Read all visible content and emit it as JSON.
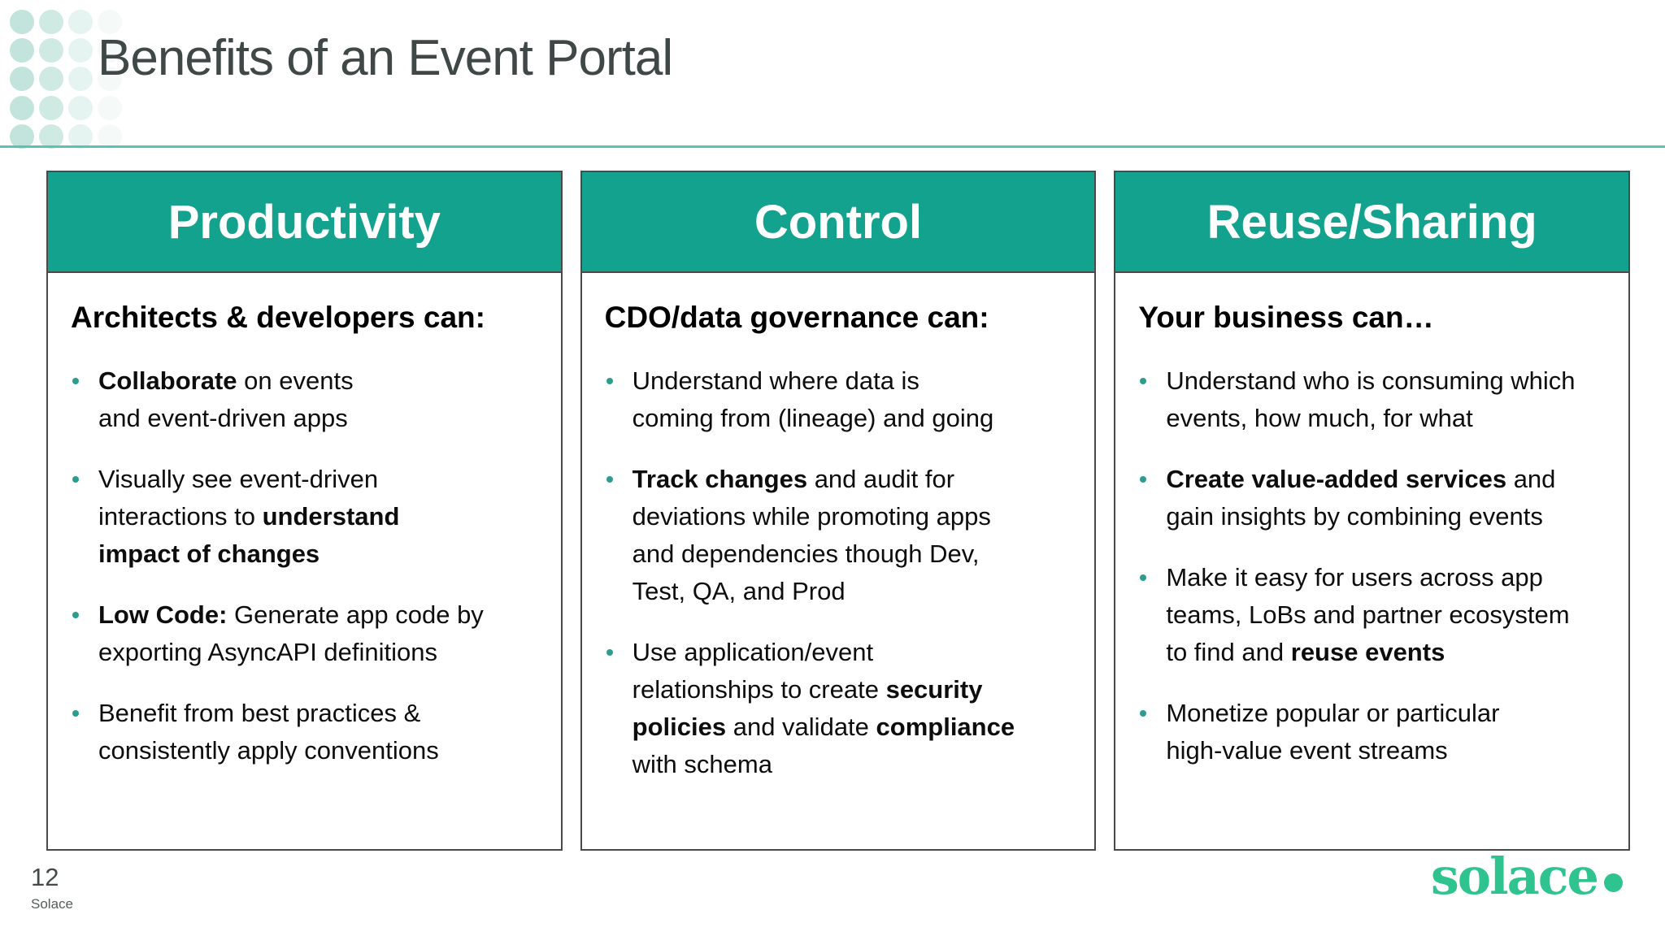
{
  "title": "Benefits of an Event Portal",
  "page_number": "12",
  "footer_label": "Solace",
  "logo_text": "solace",
  "colors": {
    "header_teal": "#13a28e",
    "divider_teal": "#5ac3b1",
    "bullet_teal": "#2a9d8f",
    "logo_green": "#2fc48f",
    "border_gray": "#4a4a4a",
    "title_gray": "#3f4747",
    "dots_light_teal": "#bfe3da"
  },
  "columns": [
    {
      "header": "Productivity",
      "heading": "Architects & developers can:",
      "bullets": [
        [
          {
            "t": "Collaborate",
            "b": true
          },
          {
            "t": " on events\nand event-driven apps"
          }
        ],
        [
          {
            "t": "Visually see event-driven\ninteractions to "
          },
          {
            "t": "understand\nimpact of changes",
            "b": true
          }
        ],
        [
          {
            "t": "Low Code:",
            "b": true
          },
          {
            "t": " Generate app code by\nexporting AsyncAPI definitions"
          }
        ],
        [
          {
            "t": "Benefit from best practices &\nconsistently apply conventions"
          }
        ]
      ]
    },
    {
      "header": "Control",
      "heading": "CDO/data governance can:",
      "bullets": [
        [
          {
            "t": "Understand where data is\ncoming from (lineage) and going"
          }
        ],
        [
          {
            "t": "Track changes",
            "b": true
          },
          {
            "t": " and audit for\ndeviations while promoting apps\nand dependencies though Dev,\nTest, QA, and Prod"
          }
        ],
        [
          {
            "t": "Use application/event\nrelationships to create "
          },
          {
            "t": "security\npolicies",
            "b": true
          },
          {
            "t": " and validate "
          },
          {
            "t": "compliance",
            "b": true
          },
          {
            "t": "\nwith schema"
          }
        ]
      ]
    },
    {
      "header": "Reuse/Sharing",
      "heading": "Your business can…",
      "bullets": [
        [
          {
            "t": "Understand who is consuming which\nevents, how much, for what"
          }
        ],
        [
          {
            "t": "Create value-added services",
            "b": true
          },
          {
            "t": " and\ngain insights by combining events"
          }
        ],
        [
          {
            "t": "Make it easy for users across app\nteams, LoBs and partner ecosystem\nto find and "
          },
          {
            "t": "reuse events",
            "b": true
          }
        ],
        [
          {
            "t": "Monetize popular or particular\nhigh-value event streams"
          }
        ]
      ]
    }
  ]
}
